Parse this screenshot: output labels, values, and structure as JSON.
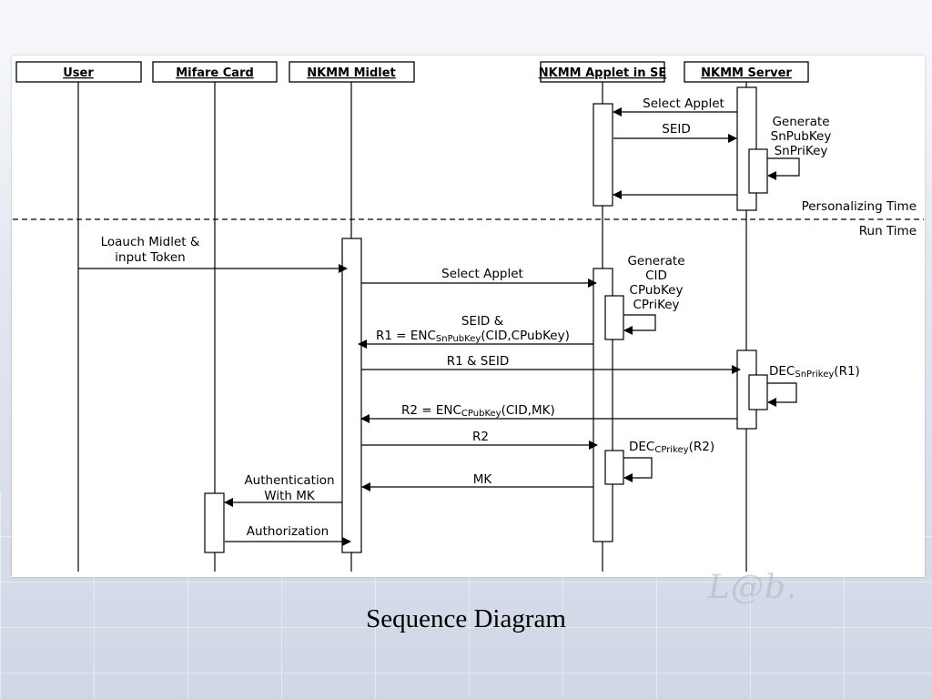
{
  "caption": "Sequence Diagram",
  "watermark": "L@b.",
  "colors": {
    "background": "#dde3ee",
    "line": "#000000",
    "canvas": "#ffffff"
  },
  "participants": [
    "User",
    "Mifare Card",
    "NKMM Midlet",
    "NKMM Applet in SE",
    "NKMM Server"
  ],
  "phases": {
    "personalizing": "Personalizing Time",
    "run": "Run Time"
  },
  "messages": {
    "select_applet_1": "Select Applet",
    "seid": "SEID",
    "gen_server_1": "Generate",
    "gen_server_2": "SnPubKey",
    "gen_server_3": "SnPriKey",
    "launch_1": "Loauch Midlet &",
    "launch_2": "input Token",
    "select_applet_2": "Select Applet",
    "gen_applet_1": "Generate",
    "gen_applet_2": "CID",
    "gen_applet_3": "CPubKey",
    "gen_applet_4": "CPriKey",
    "r1_line1": "SEID &",
    "r1_pre": "R1 = ENC",
    "r1_sub": "SnPubKey",
    "r1_post": "(CID,CPubKey)",
    "r1_seid": "R1 & SEID",
    "dec_server_pre": "DEC",
    "dec_server_sub": "SnPrikey",
    "dec_server_post": "(R1)",
    "r2_pre": "R2 = ENC",
    "r2_sub": "CPubKey",
    "r2_post": "(CID,MK)",
    "r2": "R2",
    "dec_applet_pre": "DEC",
    "dec_applet_sub": "CPrikey",
    "dec_applet_post": "(R2)",
    "mk": "MK",
    "auth_1": "Authentication",
    "auth_2": "With MK",
    "authorization": "Authorization"
  }
}
